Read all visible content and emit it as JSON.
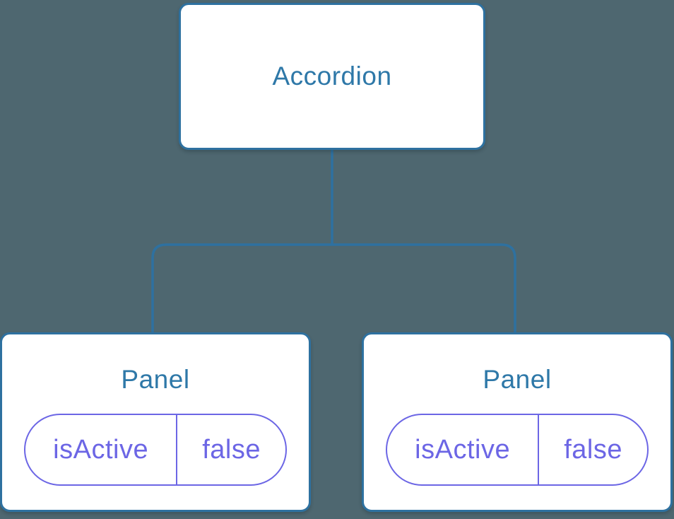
{
  "canvas": {
    "background": "#4e6770"
  },
  "colors": {
    "bg": "#4e6770",
    "box_border": "#2e71a0",
    "box_bg": "#ffffff",
    "title_text": "#2e78a8",
    "pill": "#6c66e5"
  },
  "tree": {
    "root": {
      "label": "Accordion"
    },
    "children": [
      {
        "label": "Panel",
        "state": {
          "name": "isActive",
          "value": "false"
        }
      },
      {
        "label": "Panel",
        "state": {
          "name": "isActive",
          "value": "false"
        }
      }
    ]
  }
}
